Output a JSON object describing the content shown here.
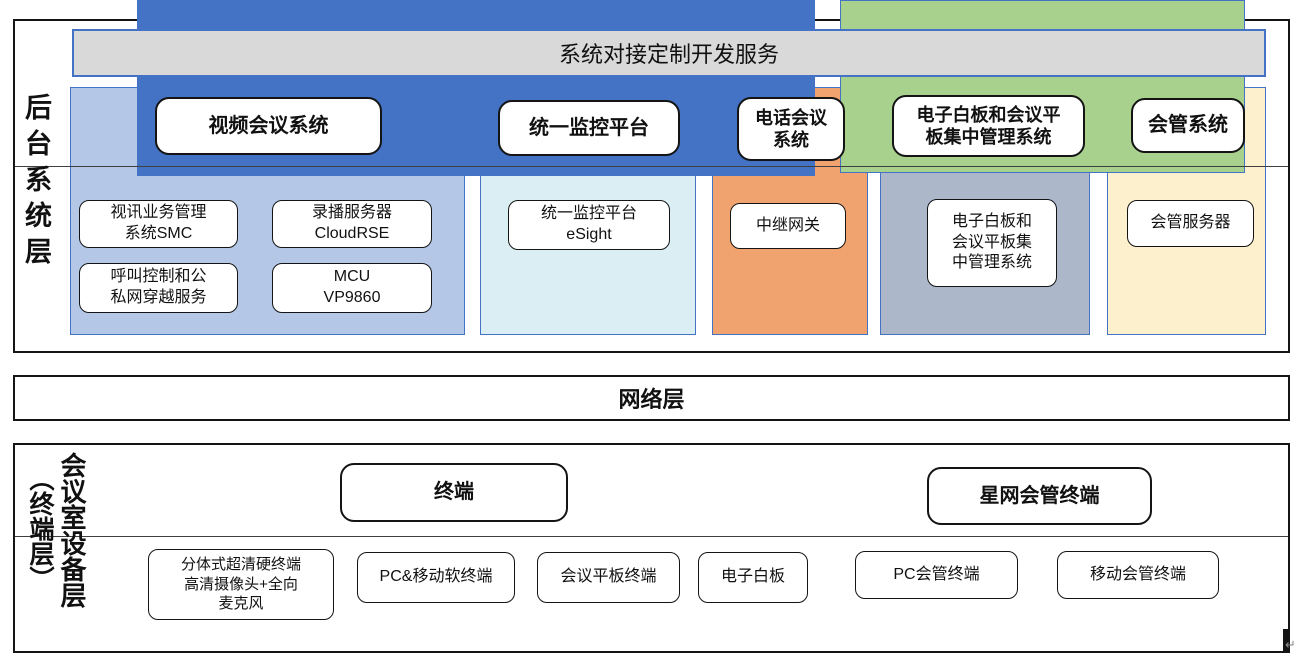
{
  "service_bar": {
    "label": "系统对接定制开发服务"
  },
  "backend": {
    "side_label": "后台系统层",
    "panels": [
      {
        "title": "视频会议系统",
        "color": "#b4c7e7",
        "items": [
          "视讯业务管理\n系统SMC",
          "录播服务器\nCloudRSE",
          "呼叫控制和公\n私网穿越服务",
          "MCU\nVP9860"
        ]
      },
      {
        "title": "统一监控平台",
        "color": "#daeef3",
        "items": [
          "统一监控平台\neSight"
        ]
      },
      {
        "title": "电话会议\n系统",
        "color": "#f1a36f",
        "items": [
          "中继网关"
        ]
      },
      {
        "title": "电子白板和会议平\n板集中管理系统",
        "color": "#acb8ca",
        "items": [
          "电子白板和\n会议平板集\n中管理系统"
        ]
      },
      {
        "title": "会管系统",
        "color": "#fcf0cd",
        "items": [
          "会管服务器"
        ]
      }
    ]
  },
  "network": {
    "label": "网络层"
  },
  "device": {
    "side_label_main": "会议室设备层",
    "side_label_paren": "（终端层）",
    "panels": [
      {
        "title": "终端",
        "color": "#4472c4",
        "items": [
          "分体式超清硬终端\n高清摄像头+全向\n麦克风",
          "PC&移动软终端",
          "会议平板终端",
          "电子白板"
        ]
      },
      {
        "title": "星网会管终端",
        "color": "#a9d18e",
        "items": [
          "PC会管终端",
          "移动会管终端"
        ]
      }
    ]
  },
  "artifacts": {
    "return_mark": "↵"
  },
  "colors": {
    "accent_border": "#4472c4",
    "service_bar_bg": "#d9d9d9",
    "video_panel": "#b4c7e7",
    "monitor_panel": "#daeef3",
    "phone_panel": "#f1a36f",
    "board_panel": "#acb8ca",
    "mgmt_panel": "#fcf0cd",
    "terminal_panel": "#4472c4",
    "starnet_panel": "#a9d18e"
  }
}
